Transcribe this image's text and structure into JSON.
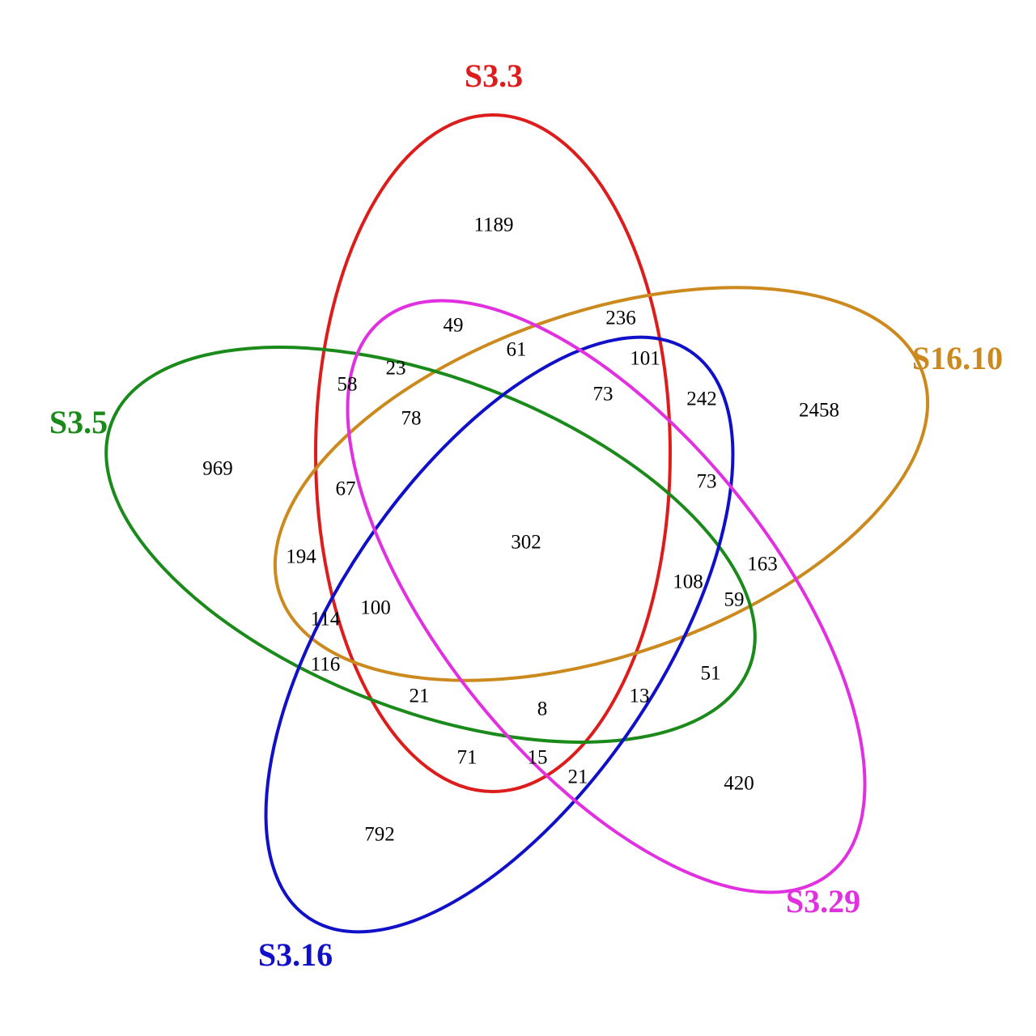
{
  "chart_data": {
    "type": "venn",
    "title": "",
    "sets": [
      {
        "name": "S3.3",
        "color": "#dd1c1c"
      },
      {
        "name": "S16.10",
        "color": "#cc8a1e"
      },
      {
        "name": "S3.5",
        "color": "#1a8a1a"
      },
      {
        "name": "S3.16",
        "color": "#1010c8"
      },
      {
        "name": "S3.29",
        "color": "#e030e0"
      }
    ],
    "regions": [
      {
        "value": "1189"
      },
      {
        "value": "2458"
      },
      {
        "value": "969"
      },
      {
        "value": "792"
      },
      {
        "value": "420"
      },
      {
        "value": "236"
      },
      {
        "value": "49"
      },
      {
        "value": "61"
      },
      {
        "value": "101"
      },
      {
        "value": "73"
      },
      {
        "value": "242"
      },
      {
        "value": "73"
      },
      {
        "value": "23"
      },
      {
        "value": "58"
      },
      {
        "value": "78"
      },
      {
        "value": "67"
      },
      {
        "value": "302"
      },
      {
        "value": "194"
      },
      {
        "value": "163"
      },
      {
        "value": "108"
      },
      {
        "value": "59"
      },
      {
        "value": "114"
      },
      {
        "value": "100"
      },
      {
        "value": "116"
      },
      {
        "value": "21"
      },
      {
        "value": "8"
      },
      {
        "value": "13"
      },
      {
        "value": "51"
      },
      {
        "value": "71"
      },
      {
        "value": "15"
      },
      {
        "value": "21"
      }
    ]
  }
}
